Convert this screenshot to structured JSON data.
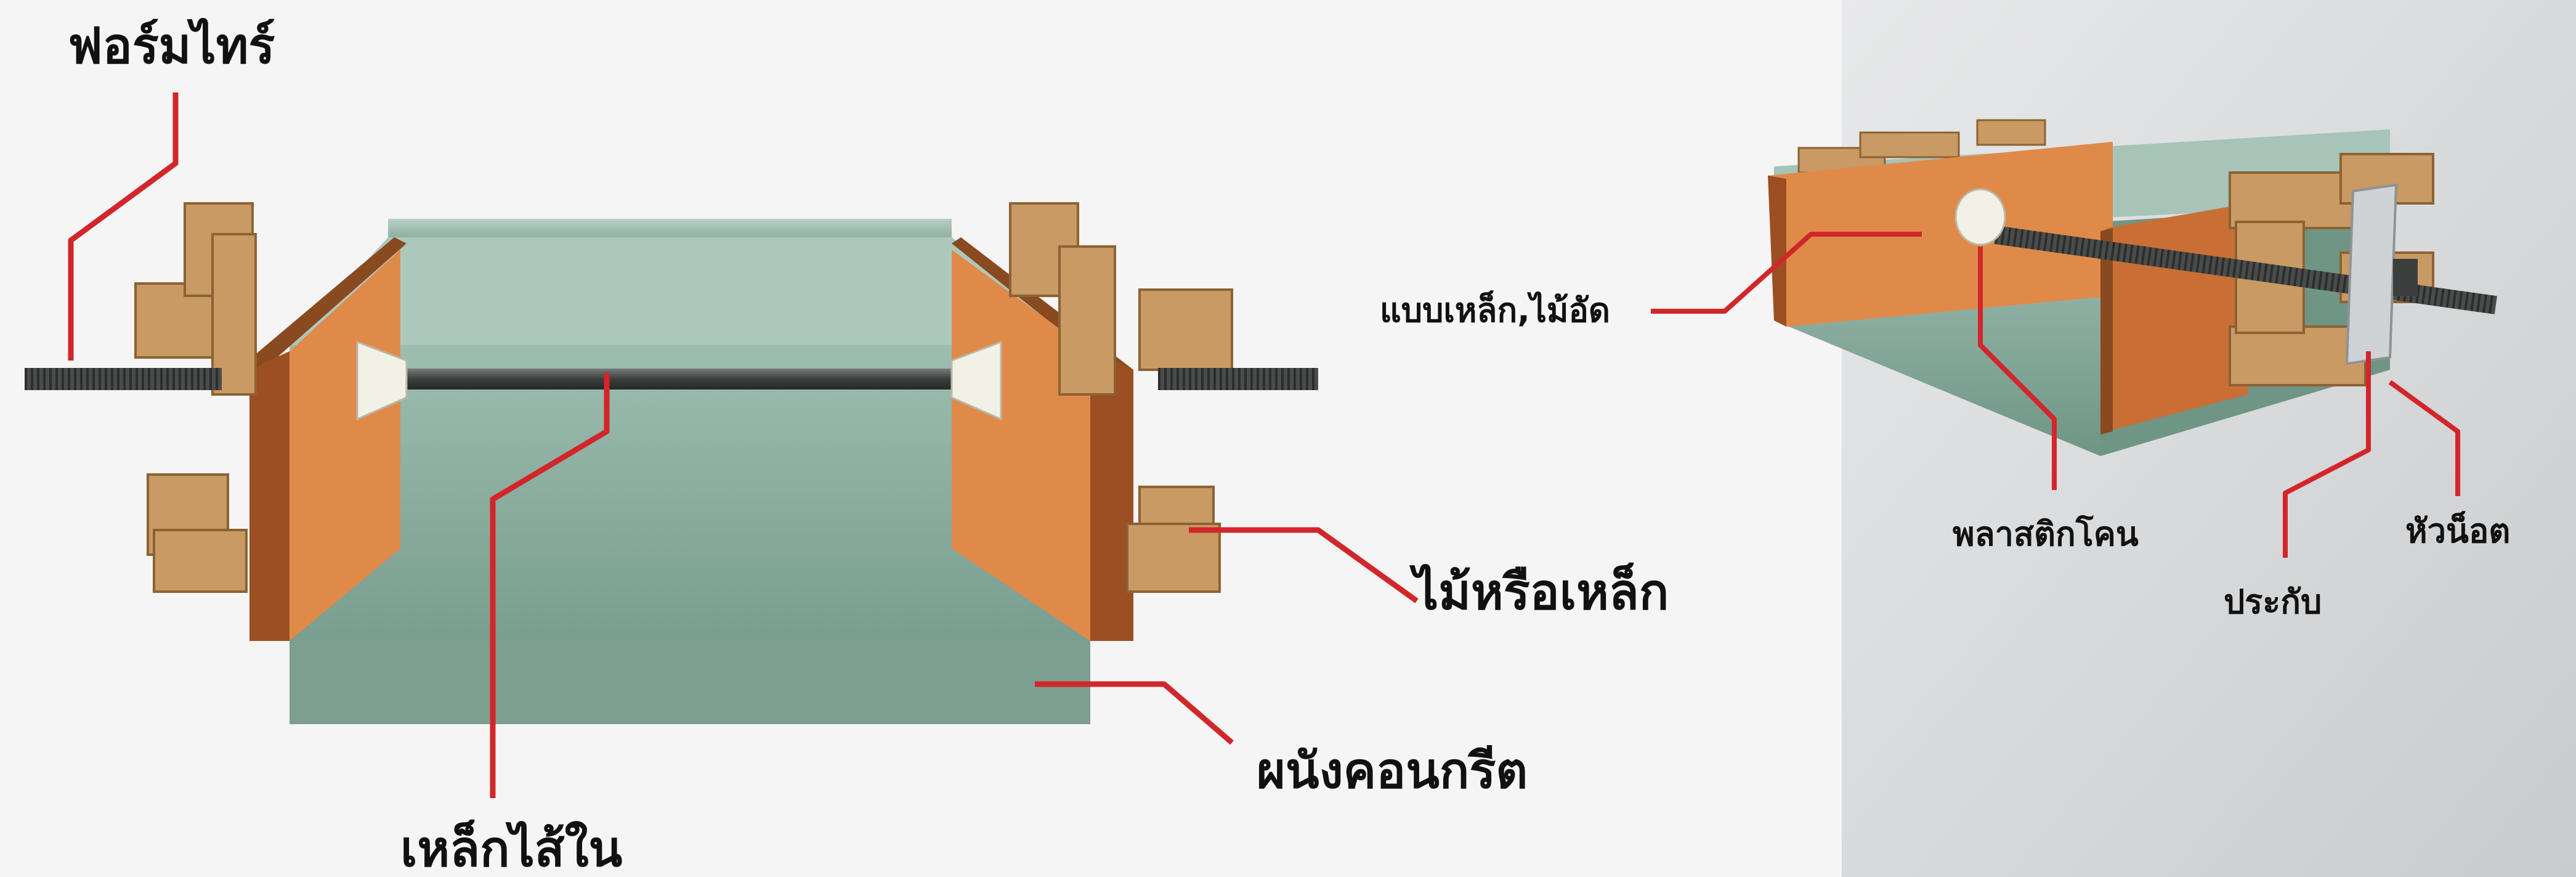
{
  "background": {
    "left": "#f4f5f4",
    "right": "#dfe0e1"
  },
  "colors": {
    "leader_line": "#d2262b",
    "concrete": "#7fa698",
    "formwork": "#e08a4a",
    "wood": "#c99a63",
    "rod": "#4a4c4b",
    "cone": "#f1f1e6"
  },
  "left_diagram": {
    "labels": {
      "form_tie": "ฟอร์มไทร์",
      "wood_or_steel": "ไม้หรือเหล็ก",
      "concrete_wall": "ผนังคอนกรีต",
      "core_steel": "เหล็กไส้ใน"
    }
  },
  "right_diagram": {
    "labels": {
      "formwork_type": "แบบเหล็ก,ไม้อัด",
      "plastic_cone": "พลาสติกโคน",
      "washer": "ประกับ",
      "nut": "หัวน็อต"
    }
  }
}
